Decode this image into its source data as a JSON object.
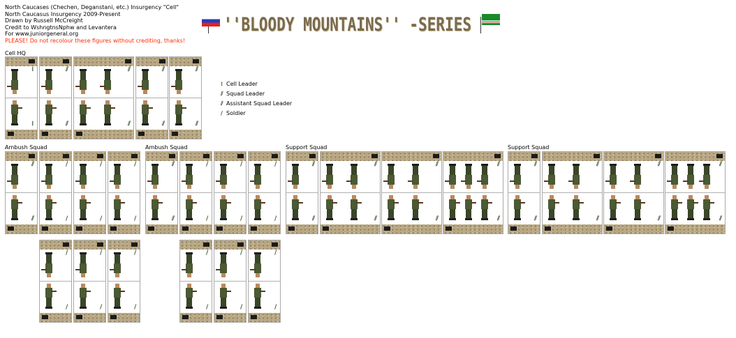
{
  "credits": {
    "lines": [
      "North Caucases (Chechen, Deganstani, etc.) Insurgency \"Cell\"",
      "North Caucasus Insurgency 2009-Present",
      "Drawn by Russell McCreight",
      "Credit to WshngtnsNphw and Levantera",
      "For www.juniorgeneral.org"
    ],
    "warning": "PLEASE! Do not recolour these figures without crediting, thanks!"
  },
  "title": "''BLOODY MOUNTAINS'' -SERIES",
  "sections": {
    "cell_hq": "Cell HQ",
    "ambush_1": "Ambush Squad",
    "ambush_2": "Ambush Squad",
    "support_1": "Support Squad",
    "support_2": "Support Squad"
  },
  "legend": [
    {
      "icon": "cell-leader-insignia",
      "label": "Cell Leader"
    },
    {
      "icon": "squad-leader-insignia",
      "label": "Squad Leader"
    },
    {
      "icon": "assistant-squad-leader-insignia",
      "label": "Assistant Squad Leader"
    },
    {
      "icon": "soldier-insignia",
      "label": "Soldier"
    }
  ],
  "colors": {
    "warning": "#ff2a00",
    "title": "#7a6a4f",
    "band": "#b8a782",
    "uniform": "#3d4a2c"
  }
}
